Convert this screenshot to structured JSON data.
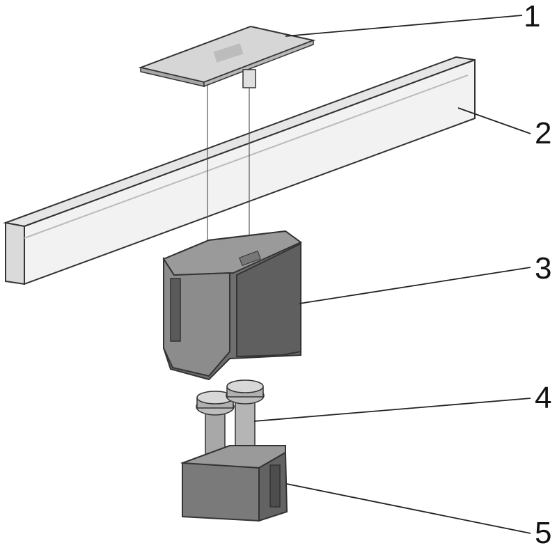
{
  "callouts": [
    {
      "id": "1",
      "label": "1",
      "part": "label-plate"
    },
    {
      "id": "2",
      "label": "2",
      "part": "rail-bar"
    },
    {
      "id": "3",
      "label": "3",
      "part": "clamp-housing"
    },
    {
      "id": "4",
      "label": "4",
      "part": "screws"
    },
    {
      "id": "5",
      "label": "5",
      "part": "clamp-base"
    }
  ],
  "colors": {
    "part_dark": "#6e6e6e",
    "part_mid": "#8a8a8a",
    "part_light": "#bdbdbd",
    "plate": "#d8d8d8",
    "rail_top": "#e9e9e9",
    "rail_front": "#f3f3f3",
    "outline": "#333333",
    "leader": "#222222"
  }
}
